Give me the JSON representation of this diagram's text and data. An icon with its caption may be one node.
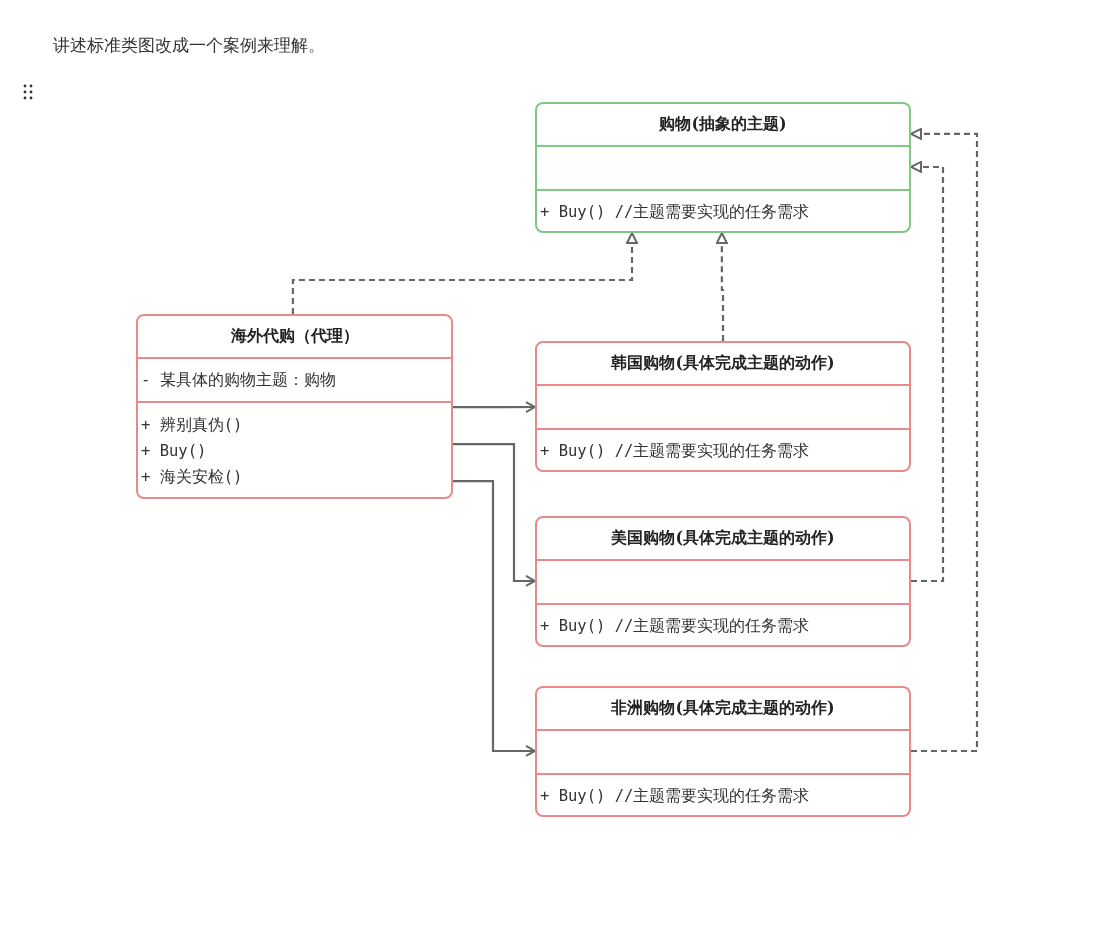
{
  "diagram": {
    "nodes": [
      {
        "text": [
          "购物(抽象的主题)",
          "+ Buy() //主题需要实现的任务需求"
        ]
      },
      {
        "text": [
          "海外代购（代理）",
          "- 某具体的购物主题：购物",
          "+ 辨别真伪()",
          "+ Buy()",
          "+ 海关安检()"
        ]
      },
      {
        "text": [
          "韩国购物(具体完成主题的动作)",
          "+ Buy() //主题需要实现的任务需求"
        ]
      },
      {
        "text": [
          "美国购物(具体完成主题的动作)",
          "+ Buy() //主题需要实现的任务需求"
        ]
      },
      {
        "text": [
          "非洲购物(具体完成主题的动作)",
          "+ Buy() //主题需要实现的任务需求"
        ]
      }
    ],
    "edges": [
      {
        "from": 1,
        "to": 0,
        "arrow": "to",
        "style": "dashed"
      },
      {
        "from": 2,
        "to": 0,
        "arrow": "to",
        "style": "dashed"
      },
      {
        "from": 3,
        "to": 0,
        "arrow": "to",
        "style": "dashed"
      },
      {
        "from": 4,
        "to": 0,
        "arrow": "to",
        "style": "dashed"
      },
      {
        "from": 1,
        "to": 2,
        "arrow": "to"
      },
      {
        "from": 1,
        "to": 3,
        "arrow": "to"
      },
      {
        "from": 1,
        "to": 4,
        "arrow": "to"
      }
    ],
    "labels": [
      "讲述标准类图改成一个案例来理解。"
    ]
  }
}
